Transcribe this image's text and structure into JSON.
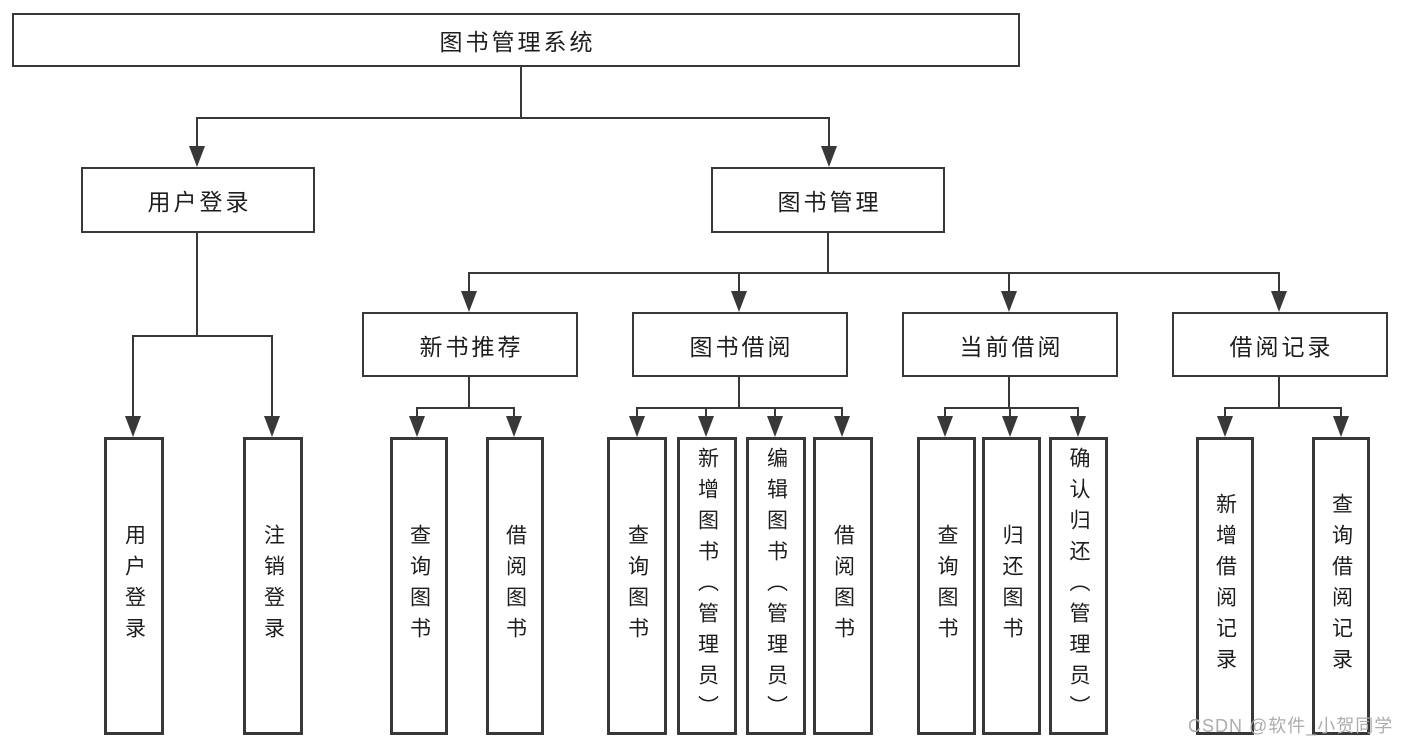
{
  "diagram_title": "图书管理系统",
  "watermark": "CSDN @软件_小贺同学",
  "colors": {
    "line": "#383838",
    "box_border": "#383838",
    "text": "#1e1e1e",
    "watermark": "#adadad",
    "background": "#ffffff"
  },
  "nodes": {
    "root": "图书管理系统",
    "login": "用户登录",
    "manage": "图书管理",
    "login_children": [
      "用户登录",
      "注销登录"
    ],
    "recommend": "新书推荐",
    "recommend_children": [
      "查询图书",
      "借阅图书"
    ],
    "borrow": "图书借阅",
    "borrow_children": [
      "查询图书",
      "新增图书（管理员）",
      "编辑图书（管理员）",
      "借阅图书"
    ],
    "current": "当前借阅",
    "current_children": [
      "查询图书",
      "归还图书",
      "确认归还（管理员）"
    ],
    "records": "借阅记录",
    "records_children": [
      "新增借阅记录",
      "查询借阅记录"
    ]
  }
}
